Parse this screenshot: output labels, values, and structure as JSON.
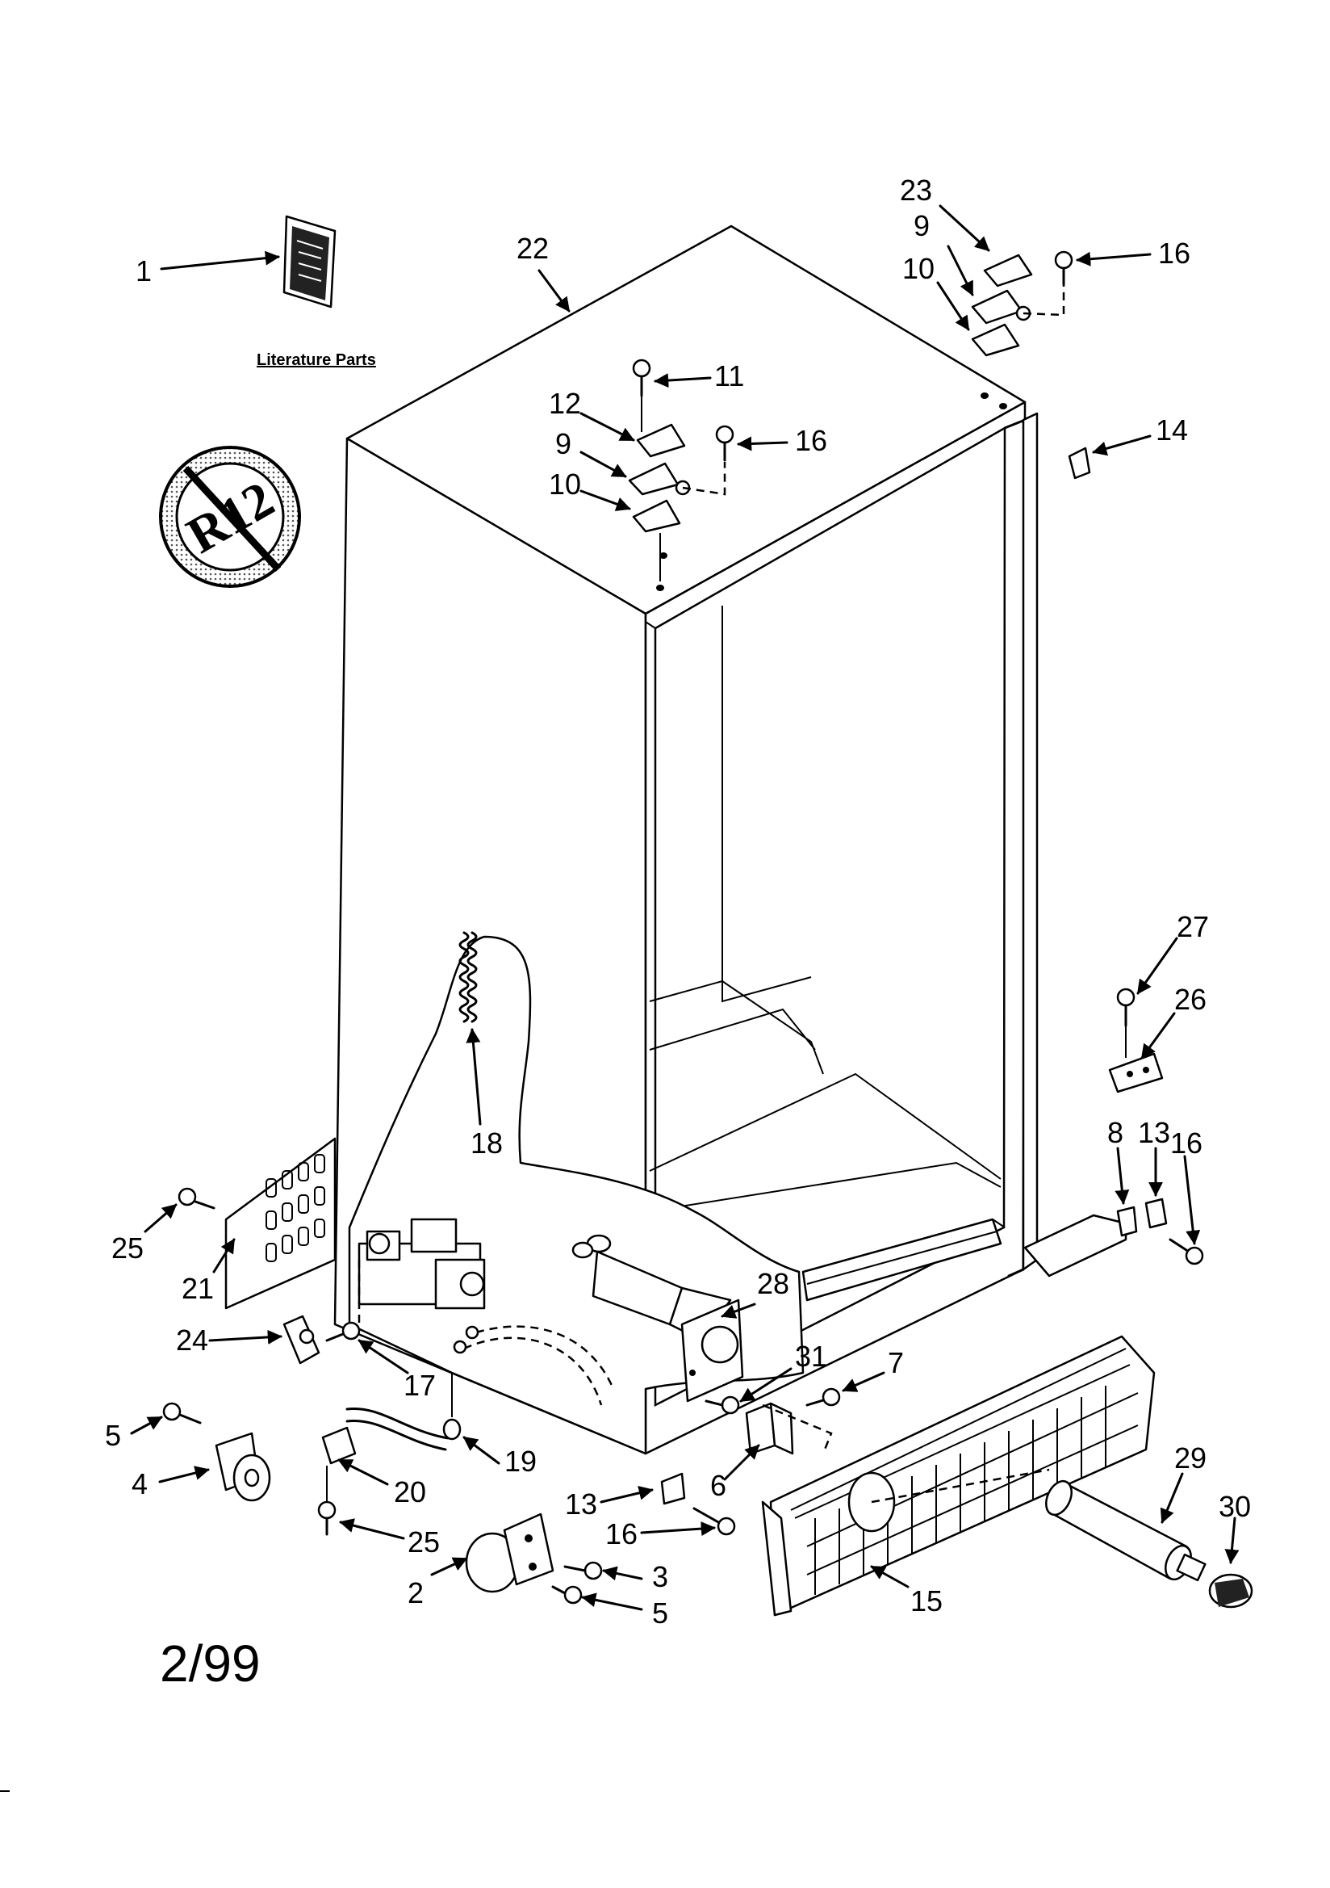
{
  "literature_label": "Literature Parts",
  "date_code": "2/99",
  "r12_symbol": "R12",
  "callouts": [
    {
      "id": "c1",
      "label": "1"
    },
    {
      "id": "c22",
      "label": "22"
    },
    {
      "id": "c23",
      "label": "23"
    },
    {
      "id": "c9a",
      "label": "9"
    },
    {
      "id": "c10a",
      "label": "10"
    },
    {
      "id": "c16a",
      "label": "16"
    },
    {
      "id": "c11",
      "label": "11"
    },
    {
      "id": "c12",
      "label": "12"
    },
    {
      "id": "c16b",
      "label": "16"
    },
    {
      "id": "c9b",
      "label": "9"
    },
    {
      "id": "c10b",
      "label": "10"
    },
    {
      "id": "c14",
      "label": "14"
    },
    {
      "id": "c27",
      "label": "27"
    },
    {
      "id": "c26",
      "label": "26"
    },
    {
      "id": "c8",
      "label": "8"
    },
    {
      "id": "c13a",
      "label": "13"
    },
    {
      "id": "c16c",
      "label": "16"
    },
    {
      "id": "c18",
      "label": "18"
    },
    {
      "id": "c25a",
      "label": "25"
    },
    {
      "id": "c21",
      "label": "21"
    },
    {
      "id": "c28",
      "label": "28"
    },
    {
      "id": "c24",
      "label": "24"
    },
    {
      "id": "c17",
      "label": "17"
    },
    {
      "id": "c31",
      "label": "31"
    },
    {
      "id": "c7",
      "label": "7"
    },
    {
      "id": "c5a",
      "label": "5"
    },
    {
      "id": "c4",
      "label": "4"
    },
    {
      "id": "c19",
      "label": "19"
    },
    {
      "id": "c20",
      "label": "20"
    },
    {
      "id": "c6",
      "label": "6"
    },
    {
      "id": "c29",
      "label": "29"
    },
    {
      "id": "c30",
      "label": "30"
    },
    {
      "id": "c13b",
      "label": "13"
    },
    {
      "id": "c25b",
      "label": "25"
    },
    {
      "id": "c16d",
      "label": "16"
    },
    {
      "id": "c15",
      "label": "15"
    },
    {
      "id": "c2",
      "label": "2"
    },
    {
      "id": "c3",
      "label": "3"
    },
    {
      "id": "c5b",
      "label": "5"
    }
  ]
}
